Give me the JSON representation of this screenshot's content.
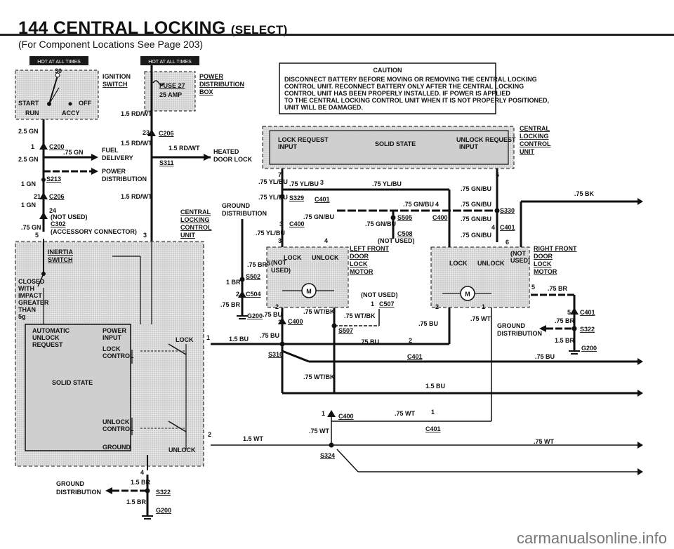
{
  "page": {
    "number": "144",
    "title": "CENTRAL LOCKING",
    "title_suffix": "(SELECT)",
    "subtitle": "(For Component Locations See Page 203)",
    "footer": "carmanualsonline.info"
  },
  "colors": {
    "wire": "#111111",
    "shade": "#d9d9d9",
    "hatch": "#bdbdbd",
    "banner": "#1a1a1a"
  },
  "banners": {
    "left": "HOT AT ALL TIMES",
    "right": "HOT AT ALL TIMES"
  },
  "caution": {
    "heading": "CAUTION",
    "lines": [
      "DISCONNECT BATTERY BEFORE MOVING OR REMOVING THE CENTRAL LOCKING",
      "CONTROL UNIT. RECONNECT BATTERY ONLY AFTER THE CENTRAL LOCKING",
      "CONTROL UNIT HAS BEEN PROPERLY INSTALLED. IF POWER IS APPLIED",
      "TO THE CENTRAL LOCKING CONTROL UNIT WHEN IT IS NOT PROPERLY POSITIONED,",
      "UNIT WILL BE DAMAGED."
    ]
  },
  "ignition": {
    "label1": "IGNITION",
    "label2": "SWITCH",
    "start": "START",
    "off": "OFF",
    "run": "RUN",
    "accy": "ACCY",
    "pin": "30"
  },
  "fuse": {
    "name": "FUSE 27",
    "rating": "25 AMP",
    "dist1": "POWER",
    "dist2": "DISTRIBUTION",
    "dist3": "BOX"
  },
  "left_wires": {
    "rd_wt": "1.5 RD/WT",
    "c206_top": "C206",
    "pin23": "23",
    "rd_wt2": "1.5 RD/WT",
    "gn25a": "2.5 GN",
    "gn25b": "2.5 GN",
    "c200": "C200",
    "gn75": ".75 GN",
    "fuel1": "FUEL",
    "fuel2": "DELIVERY",
    "rd_wt3": "1.5 RD/WT",
    "s311": "S311",
    "heated1": "HEATED",
    "heated2": "DOOR LOCK",
    "pwr1": "POWER",
    "pwr2": "DISTRIBUTION",
    "gn1": "1 GN",
    "s213": "S213",
    "c206": "C206",
    "rd_wt4": "1.5 RD/WT",
    "gn1b": "1 GN",
    "pin24": "24",
    "not_used": "(NOT USED)",
    "gn75b": ".75 GN",
    "c302": "C302",
    "pin5": "5",
    "acc_conn": "(ACCESSORY CONNECTOR)",
    "pin3": "3",
    "pin1": "1",
    "pin21": "21"
  },
  "clu_left": {
    "label1": "CENTRAL",
    "label2": "LOCKING",
    "label3": "CONTROL",
    "label4": "UNIT",
    "inertia1": "INERTIA",
    "inertia2": "SWITCH",
    "closed": [
      "CLOSED",
      "WITH",
      "IMPACT",
      "GREATER",
      "THAN",
      "5g"
    ],
    "auto1": "AUTOMATIC",
    "auto2": "UNLOCK",
    "auto3": "REQUEST",
    "pin1": "POWER",
    "pin2": "INPUT",
    "lockc1": "LOCK",
    "lockc2": "CONTROL",
    "solid": "SOLID STATE",
    "unl1": "UNLOCK",
    "unl2": "CONTROL",
    "ground": "GROUND",
    "lock_out": "LOCK",
    "unlock_out": "UNLOCK",
    "pin4": "4",
    "pin2b": "2",
    "pin1b": "1"
  },
  "left_ground": {
    "g1": "GROUND",
    "g2": "DISTRIBUTION",
    "br1": "1.5 BR",
    "s322": "S322",
    "br2": "1.5 BR",
    "g200": "G200"
  },
  "clu_right": {
    "label1": "CENTRAL",
    "label2": "LOCKING",
    "label3": "CONTROL",
    "label4": "UNIT",
    "lock_req1": "LOCK REQUEST",
    "lock_req2": "INPUT",
    "solid": "SOLID STATE",
    "unlock_req1": "UNLOCK REQUEST",
    "unlock_req2": "INPUT",
    "pin7": "7",
    "pin6": "6"
  },
  "mid_wires": {
    "yl75a": ".75 YL/BU",
    "yl75b": ".75 YL/BU",
    "pin3": "3",
    "yl75c": ".75 YL/BU",
    "yl75d": ".75 YL/BU",
    "s329": "S329",
    "c401": "C401",
    "gnd1": "GROUND",
    "gnd2": "DISTRIBUTION",
    "yl75e": ".75 YL/BU",
    "pin3b": "3",
    "c400": "C400",
    "gnbu1": ".75 GN/BU",
    "gnbu2": ".75 GN/BU",
    "s505": "S505",
    "c400b": "C400",
    "gnbu3": ".75 GN/BU",
    "pin4": "4",
    "gnbu4": ".75 GN/BU",
    "c508": "C508",
    "not_used": "(NOT USED)",
    "gnbu5": ".75 GN/BU",
    "s330": "S330",
    "gnbu6": ".75 GN/BU",
    "pin4b": "4",
    "c401b": "C401",
    "gnbu7": ".75 GN/BU",
    "bk75": ".75 BK",
    "pin6": "6",
    "pin3c": "3",
    "pin4c": "4"
  },
  "left_door": {
    "lock": "LOCK",
    "unlock": "UNLOCK",
    "lbl1": "LEFT FRONT",
    "lbl2": "DOOR",
    "lbl3": "LOCK",
    "lbl4": "MOTOR",
    "not_used1": "(NOT",
    "not_used2": "USED)",
    "pin5": "5",
    "br75": ".75 BR",
    "s502": "S502",
    "br1": "1 BR",
    "pin2": "2",
    "c504": "C504",
    "br75b": ".75 BR",
    "g200": "G200",
    "bu75": ".75 BU",
    "pin2b": "2",
    "c400": "C400",
    "wtbk": ".75 WT/BK",
    "wtbk2": ".75 WT/BK",
    "not_used3": "(NOT USED)",
    "pin1": "1",
    "c507": "C507",
    "s507": "S507",
    "bu75b": ".75 BU",
    "pin2c": "2",
    "c401": "C401",
    "bu15": "1.5 BU",
    "bu75c": ".75 BU",
    "s310": "S310",
    "wtbk3": ".75 WT/BK",
    "bu15b": "1.5 BU",
    "pin1b": "1",
    "c400b": "C400",
    "wt75": ".75 WT",
    "pin1c": "1",
    "c401b": "C401",
    "wt15": "1.5 WT",
    "wt75b": ".75 WT",
    "s324": "S324",
    "wt75c": ".75 WT",
    "pin2d": "2",
    "pin2e": "2"
  },
  "right_door": {
    "lock": "LOCK",
    "unlock": "UNLOCK",
    "not1": "(NOT",
    "not2": "USED)",
    "lbl1": "RIGHT FRONT",
    "lbl2": "DOOR",
    "lbl3": "LOCK",
    "lbl4": "MOTOR",
    "pin5": "5",
    "br75": ".75 BR",
    "pin5b": "5",
    "c401": "C401",
    "br75b": ".75 BR",
    "gnd1": "GROUND",
    "gnd2": "DISTRIBUTION",
    "s322": "S322",
    "br15": "1.5 BR",
    "g200": "G200",
    "bu75": ".75 BU",
    "wt75": ".75 WT",
    "bu75b": ".75 BU",
    "pin2": "2",
    "pin1": "1"
  }
}
